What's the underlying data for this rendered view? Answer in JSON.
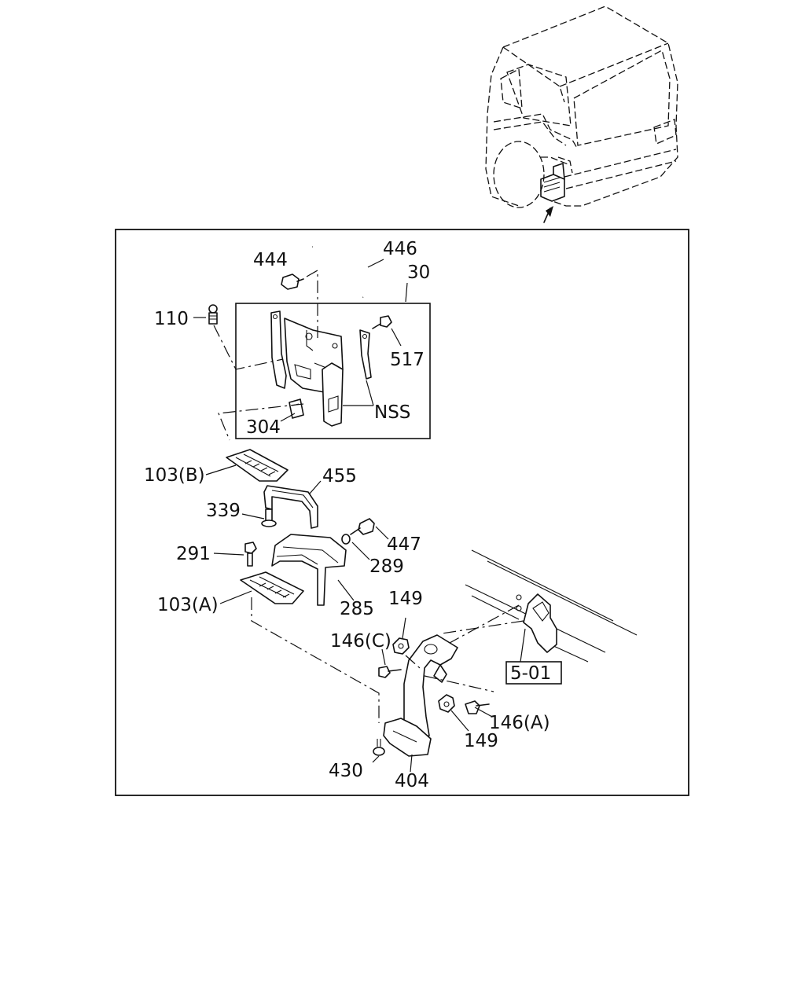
{
  "labels": {
    "p444": "444",
    "p446": "446",
    "p30": "30",
    "p110": "110",
    "p517": "517",
    "nss": "NSS",
    "p304": "304",
    "p103b": "103(B)",
    "p455": "455",
    "p339": "339",
    "p447": "447",
    "p291": "291",
    "p289": "289",
    "p103a": "103(A)",
    "p285": "285",
    "p149_top": "149",
    "p146c": "146(C)",
    "p501": "5-01",
    "p146a": "146(A)",
    "p149_bot": "149",
    "p430": "430",
    "p404": "404"
  },
  "icons": [
    "truck-cab-icon",
    "bolt-icon",
    "washer-icon",
    "nut-icon",
    "step-bracket-icon",
    "step-tread-icon",
    "grab-rail-icon"
  ]
}
